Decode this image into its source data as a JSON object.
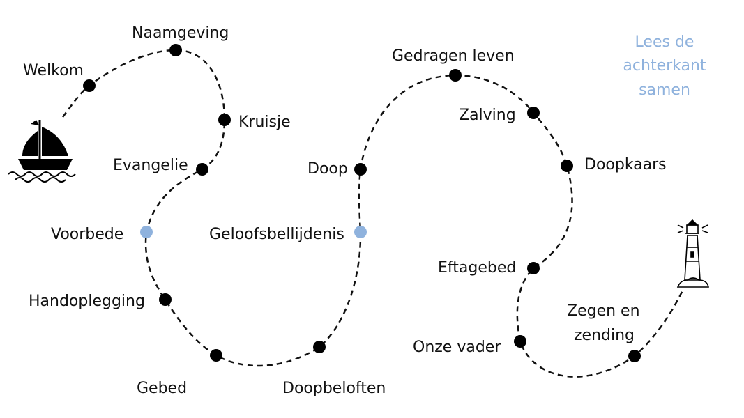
{
  "colors": {
    "path": "#111111",
    "dot": "#000000",
    "highlight": "#8fb2dd",
    "note": "#8fb2dd"
  },
  "note": {
    "line1": "Lees de",
    "line2": "achterkant",
    "line3": "samen"
  },
  "stops": [
    {
      "id": "welkom",
      "label": "Welkom",
      "highlight": false
    },
    {
      "id": "naamgeving",
      "label": "Naamgeving",
      "highlight": false
    },
    {
      "id": "kruisje",
      "label": "Kruisje",
      "highlight": false
    },
    {
      "id": "evangelie",
      "label": "Evangelie",
      "highlight": false
    },
    {
      "id": "voorbede",
      "label": "Voorbede",
      "highlight": true
    },
    {
      "id": "handoplegging",
      "label": "Handoplegging",
      "highlight": false
    },
    {
      "id": "gebed",
      "label": "Gebed",
      "highlight": false
    },
    {
      "id": "doopbeloften",
      "label": "Doopbeloften",
      "highlight": false
    },
    {
      "id": "geloofsbelijdenis",
      "label": "Geloofsbellijdenis",
      "highlight": true
    },
    {
      "id": "doop",
      "label": "Doop",
      "highlight": false
    },
    {
      "id": "gedragen-leven",
      "label": "Gedragen leven",
      "highlight": false
    },
    {
      "id": "zalving",
      "label": "Zalving",
      "highlight": false
    },
    {
      "id": "doopkaars",
      "label": "Doopkaars",
      "highlight": false
    },
    {
      "id": "eftagebed",
      "label": "Eftagebed",
      "highlight": false
    },
    {
      "id": "onze-vader",
      "label": "Onze vader",
      "highlight": false
    },
    {
      "id": "zegen",
      "label": "Zegen en zending",
      "line1": "Zegen en",
      "line2": "zending",
      "highlight": false
    }
  ],
  "icons": {
    "start": "sailboat-icon",
    "end": "lighthouse-icon"
  }
}
